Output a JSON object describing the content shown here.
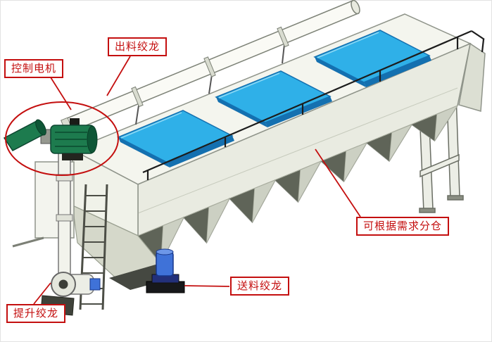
{
  "diagram": {
    "labels": {
      "control_motor": "控制电机",
      "discharge_auger": "出料绞龙",
      "compartment_note": "可根据需求分仓",
      "feed_auger": "送料绞龙",
      "lift_auger": "提升绞龙"
    },
    "colors": {
      "annotation_red": "#c40f0f",
      "panel_blue": "#2fb0e8",
      "panel_blue_dark": "#1470b0",
      "motor_green": "#1d7b4e",
      "feed_motor_blue": "#3f72d8",
      "body_fill": "#f4f5ee",
      "body_stroke": "#8f948a",
      "hopper_shadow": "#5f6458"
    }
  }
}
